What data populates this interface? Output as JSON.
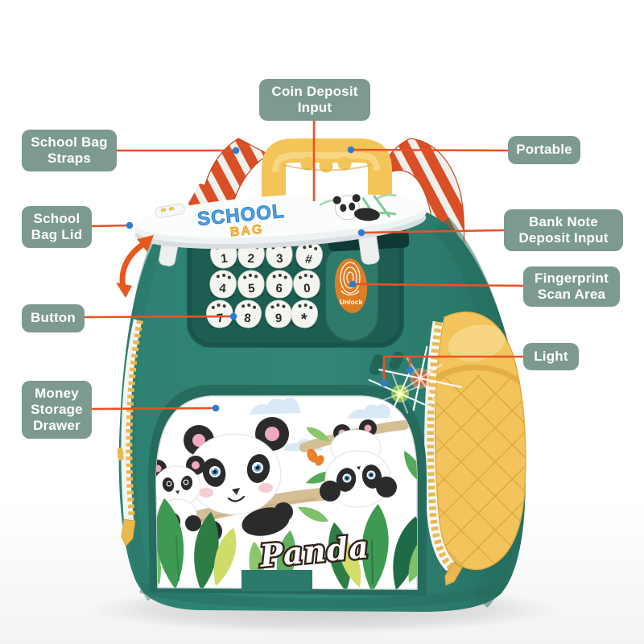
{
  "callouts": {
    "coin_deposit": {
      "label": "Coin Deposit\nInput"
    },
    "straps": {
      "label": "School Bag\nStraps"
    },
    "portable": {
      "label": "Portable"
    },
    "lid": {
      "label": "School\nBag Lid"
    },
    "bank_note": {
      "label": "Bank Note\nDeposit Input"
    },
    "button": {
      "label": "Button"
    },
    "fingerprint": {
      "label": "Fingerprint\nScan Area"
    },
    "light": {
      "label": "Light"
    },
    "drawer": {
      "label": "Money\nStorage\nDrawer"
    }
  },
  "product": {
    "lid_brand_line1": "SCHOOL",
    "lid_brand_line2": "BAG",
    "front_brand": "Panda",
    "fingerprint_label": "Unlock",
    "keypad_keys": [
      "1",
      "2",
      "3",
      "#",
      "4",
      "5",
      "6",
      "0",
      "7",
      "8",
      "9",
      "*"
    ]
  },
  "colors": {
    "callout_bg": "#7D9A8E",
    "callout_text": "#FFFFFF",
    "connector_line": "#EA5224",
    "connector_dot": "#2E7CD0",
    "bag_green": "#2F8374",
    "keypad_panel_green": "#1D5E53",
    "accent_yellow": "#F3C558",
    "strap_red": "#D94F26",
    "fingerprint_orange": "#DD7E26",
    "lid_white": "#FBFCFC"
  }
}
